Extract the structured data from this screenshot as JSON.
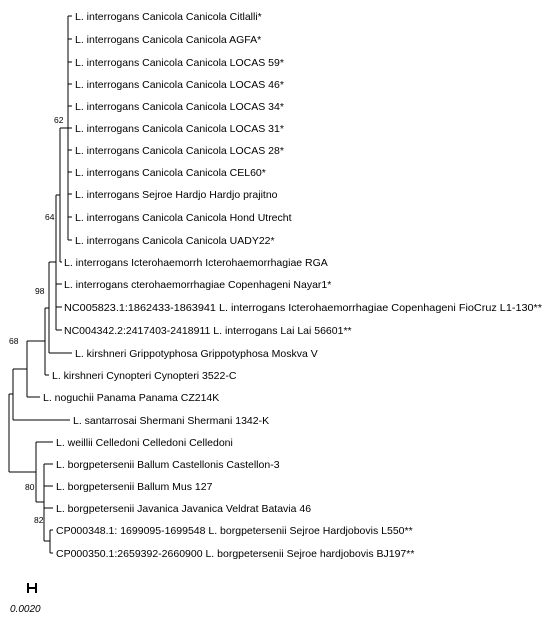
{
  "tree": {
    "leaves": [
      {
        "id": "l1",
        "label": "L. interrogans Canicola Canicola Citlalli*"
      },
      {
        "id": "l2",
        "label": "L. interrogans Canicola Canicola AGFA*"
      },
      {
        "id": "l3",
        "label": "L. interrogans Canicola Canicola LOCAS 59*"
      },
      {
        "id": "l4",
        "label": "L. interrogans Canicola Canicola LOCAS 46*"
      },
      {
        "id": "l5",
        "label": "L. interrogans Canicola Canicola LOCAS 34*"
      },
      {
        "id": "l6",
        "label": "L. interrogans Canicola Canicola LOCAS 31*"
      },
      {
        "id": "l7",
        "label": "L. interrogans Canicola Canicola LOCAS 28*"
      },
      {
        "id": "l8",
        "label": "L. interrogans Canicola Canicola CEL60*"
      },
      {
        "id": "l9",
        "label": "L. interrogans Sejroe Hardjo Hardjo prajitno"
      },
      {
        "id": "l10",
        "label": "L. interrogans Canicola Canicola Hond Utrecht"
      },
      {
        "id": "l11",
        "label": "L. interrogans Canicola Canicola UADY22*"
      },
      {
        "id": "l12",
        "label": "L. interrogans Icterohaemorrh Icterohaemorrhagiae RGA"
      },
      {
        "id": "l13",
        "label": "L. interrogans cterohaemorrhagiae Copenhageni Nayar1*"
      },
      {
        "id": "l14",
        "label": "NC005823.1:1862433-1863941 L. interrogans Icterohaemorrhagiae Copenhageni FioCruz L1-130**"
      },
      {
        "id": "l15",
        "label": "NC004342.2:2417403-2418911 L. interrogans Lai Lai 56601**"
      },
      {
        "id": "l16",
        "label": "L. kirshneri Grippotyphosa Grippotyphosa Moskva V"
      },
      {
        "id": "l17",
        "label": "L. kirshneri Cynopteri Cynopteri 3522-C"
      },
      {
        "id": "l18",
        "label": "L. noguchii Panama Panama CZ214K"
      },
      {
        "id": "l19",
        "label": "L. santarrosai Shermani Shermani 1342-K"
      },
      {
        "id": "l20",
        "label": "L. weillii Celledoni Celledoni Celledoni"
      },
      {
        "id": "l21",
        "label": "L. borgpetersenii Ballum Castellonis Castellon-3"
      },
      {
        "id": "l22",
        "label": "L. borgpetersenii Ballum Mus 127"
      },
      {
        "id": "l23",
        "label": "L. borgpetersenii Javanica Javanica Veldrat Batavia 46"
      },
      {
        "id": "l24",
        "label": "CP000348.1: 1699095-1699548 L. borgpetersenii Sejroe Hardjobovis L550**"
      },
      {
        "id": "l25",
        "label": "CP000350.1:2659392-2660900 L. borgpetersenii Sejroe hardjobovis BJ197**"
      }
    ],
    "bootstrap_values": {
      "n62": "62",
      "n64": "64",
      "n98": "98",
      "n68": "68",
      "n80": "80",
      "n82": "82"
    },
    "scale_bar_label": "0.0020"
  }
}
